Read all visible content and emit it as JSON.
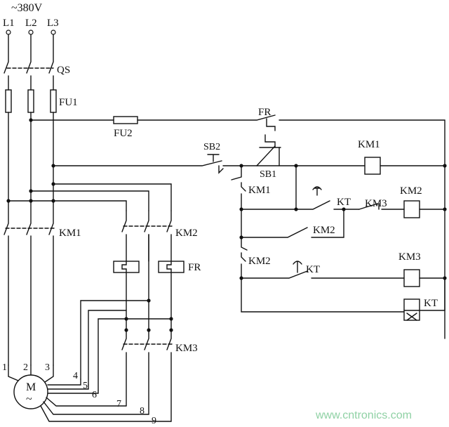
{
  "supply": {
    "voltage": "~380V",
    "phases": [
      "L1",
      "L2",
      "L3"
    ]
  },
  "labels": {
    "qs": "QS",
    "fu1": "FU1",
    "fu2": "FU2",
    "km1_main": "KM1",
    "km2_main": "KM2",
    "km3_main": "KM3",
    "fr_main": "FR",
    "fr_ctrl": "FR",
    "sb2": "SB2",
    "sb1": "SB1",
    "km1_coil": "KM1",
    "km1_aux": "KM1",
    "kt_contact": "KT",
    "km3_contact": "KM3",
    "km2_coil": "KM2",
    "km2_nc": "KM2",
    "km2_no": "KM2",
    "kt_contact2": "KT",
    "km3_coil": "KM3",
    "kt_coil": "KT"
  },
  "motor": {
    "label": "M",
    "symbol": "~"
  },
  "terminals": [
    "1",
    "2",
    "3",
    "4",
    "5",
    "6",
    "7",
    "8",
    "9"
  ],
  "watermark": "www.cntronics.com"
}
